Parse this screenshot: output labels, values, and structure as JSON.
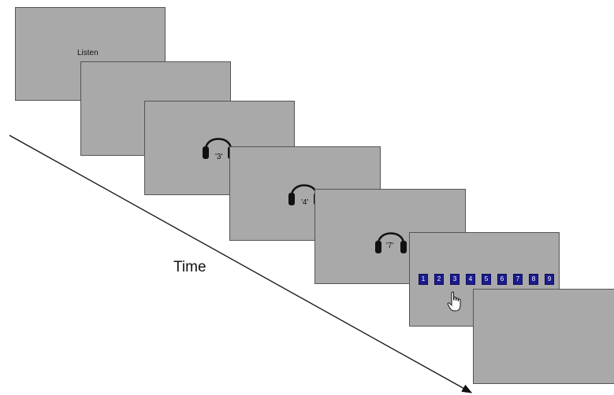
{
  "diagram": {
    "time_label": "Time",
    "screens": {
      "listen_text": "Listen",
      "digits": [
        "'3'",
        "'4'",
        "'7'"
      ],
      "keypad": [
        "1",
        "2",
        "3",
        "4",
        "5",
        "6",
        "7",
        "8",
        "9"
      ]
    },
    "colors": {
      "screen_fill": "#a9a9a9",
      "button_fill": "#1c1c8c",
      "arrow": "#111111"
    },
    "icons": [
      "headphones-icon",
      "hand-pointer-icon"
    ]
  }
}
